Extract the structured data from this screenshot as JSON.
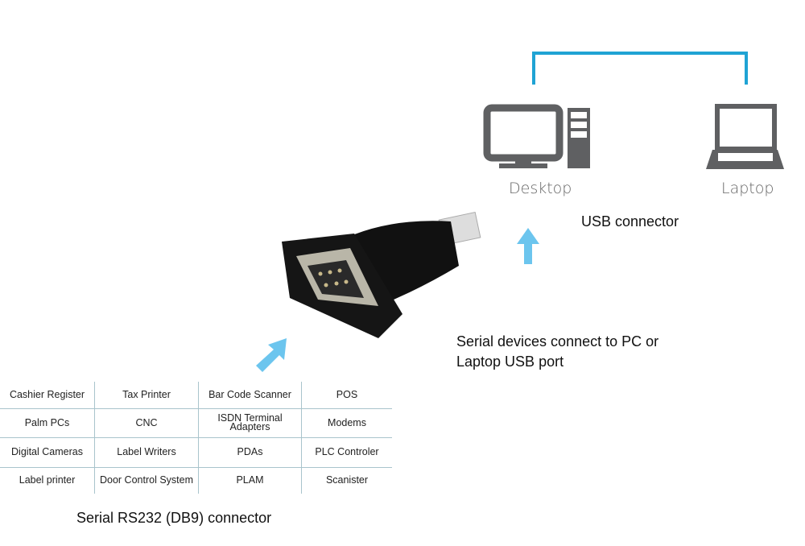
{
  "targets": {
    "desktop_label": "Desktop",
    "laptop_label": "Laptop"
  },
  "captions": {
    "usb": "USB connector",
    "serial_line1": "Serial devices connect to PC or",
    "serial_line2": "Laptop USB port",
    "rs232": "Serial RS232 (DB9) connector"
  },
  "devices": [
    [
      "Cashier Register",
      "Tax Printer",
      "Bar Code Scanner",
      "POS"
    ],
    [
      "Palm PCs",
      "CNC",
      "ISDN Terminal Adapters",
      "Modems"
    ],
    [
      "Digital Cameras",
      "Label Writers",
      "PDAs",
      "PLC Controler"
    ],
    [
      "Label printer",
      "Door Control System",
      "PLAM",
      "Scanister"
    ]
  ],
  "colors": {
    "accent_line": "#1fa3d4",
    "arrow": "#6cc5ee",
    "icon_gray": "#5f6062",
    "grid": "#a9c4cc"
  }
}
